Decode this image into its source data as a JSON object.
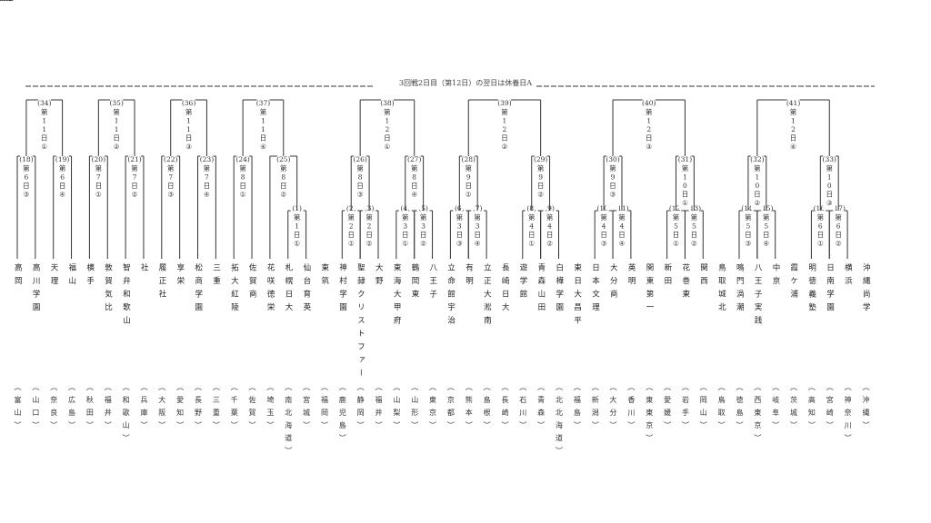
{
  "header_note": "3回戦2日目（第12日）の翌日は休養日A",
  "teams": [
    {
      "name": "高岡",
      "pref": "富山"
    },
    {
      "name": "高川学園",
      "pref": "山口"
    },
    {
      "name": "天理",
      "pref": "奈良"
    },
    {
      "name": "福山",
      "pref": "広島"
    },
    {
      "name": "横手",
      "pref": "秋田"
    },
    {
      "name": "敦賀気比",
      "pref": "福井"
    },
    {
      "name": "智弁和歌山",
      "pref": "和歌山"
    },
    {
      "name": "社",
      "pref": "兵庫"
    },
    {
      "name": "履正社",
      "pref": "大阪"
    },
    {
      "name": "享栄",
      "pref": "愛知"
    },
    {
      "name": "松商学園",
      "pref": "長野"
    },
    {
      "name": "三重",
      "pref": "三重"
    },
    {
      "name": "拓大紅陵",
      "pref": "千葉"
    },
    {
      "name": "佐賀商",
      "pref": "佐賀"
    },
    {
      "name": "花咲徳栄",
      "pref": "埼玉"
    },
    {
      "name": "札幌日大",
      "pref": "南北海道"
    },
    {
      "name": "仙台育英",
      "pref": "宮城"
    },
    {
      "name": "東筑",
      "pref": "福岡"
    },
    {
      "name": "神村学園",
      "pref": "鹿児島"
    },
    {
      "name": "聖隷クリストファー",
      "pref": "静岡"
    },
    {
      "name": "大野",
      "pref": "福井"
    },
    {
      "name": "東海大甲府",
      "pref": "山梨"
    },
    {
      "name": "鶴岡東",
      "pref": "山形"
    },
    {
      "name": "八王子",
      "pref": "東京"
    },
    {
      "name": "立命館宇治",
      "pref": "京都"
    },
    {
      "name": "有明",
      "pref": "熊本"
    },
    {
      "name": "立正大淞南",
      "pref": "島根"
    },
    {
      "name": "長崎日大",
      "pref": "長崎"
    },
    {
      "name": "遊学館",
      "pref": "石川"
    },
    {
      "name": "青森山田",
      "pref": "青森"
    },
    {
      "name": "白樺学園",
      "pref": "北北海道"
    },
    {
      "name": "東日大昌平",
      "pref": "福島"
    },
    {
      "name": "日本文理",
      "pref": "新潟"
    },
    {
      "name": "大分商",
      "pref": "大分"
    },
    {
      "name": "英明",
      "pref": "香川"
    },
    {
      "name": "関東第一",
      "pref": "東東京"
    },
    {
      "name": "新田",
      "pref": "愛媛"
    },
    {
      "name": "花巻東",
      "pref": "岩手"
    },
    {
      "name": "関西",
      "pref": "岡山"
    },
    {
      "name": "鳥取城北",
      "pref": "鳥取"
    },
    {
      "name": "鳴門渦潮",
      "pref": "徳島"
    },
    {
      "name": "八王子実践",
      "pref": "西東京"
    },
    {
      "name": "中京",
      "pref": "岐阜"
    },
    {
      "name": "霞ケ浦",
      "pref": "茨城"
    },
    {
      "name": "明徳義塾",
      "pref": "高知"
    },
    {
      "name": "日南学園",
      "pref": "宮崎"
    },
    {
      "name": "横浜",
      "pref": "神奈川"
    },
    {
      "name": "沖縄尚学",
      "pref": "沖縄"
    }
  ],
  "games": {
    "r1": [
      {
        "no": "(1)",
        "day": "第1日①"
      },
      {
        "no": "(2)",
        "day": "第2日①"
      },
      {
        "no": "(3)",
        "day": "第2日②"
      },
      {
        "no": "(4)",
        "day": "第3日①"
      },
      {
        "no": "(5)",
        "day": "第3日②"
      },
      {
        "no": "(6)",
        "day": "第3日③"
      },
      {
        "no": "(7)",
        "day": "第3日④"
      },
      {
        "no": "(8)",
        "day": "第4日①"
      },
      {
        "no": "(9)",
        "day": "第4日②"
      },
      {
        "no": "(10)",
        "day": "第4日③"
      },
      {
        "no": "(11)",
        "day": "第4日④"
      },
      {
        "no": "(12)",
        "day": "第5日①"
      },
      {
        "no": "(13)",
        "day": "第5日②"
      },
      {
        "no": "(14)",
        "day": "第5日③"
      },
      {
        "no": "(15)",
        "day": "第5日④"
      },
      {
        "no": "(16)",
        "day": "第6日①"
      },
      {
        "no": "(17)",
        "day": "第6日②"
      }
    ],
    "r2": [
      {
        "no": "(18)",
        "day": "第6日③"
      },
      {
        "no": "(19)",
        "day": "第6日④"
      },
      {
        "no": "(20)",
        "day": "第7日①"
      },
      {
        "no": "(21)",
        "day": "第7日②"
      },
      {
        "no": "(22)",
        "day": "第7日③"
      },
      {
        "no": "(23)",
        "day": "第7日④"
      },
      {
        "no": "(24)",
        "day": "第8日①"
      },
      {
        "no": "(25)",
        "day": "第8日②"
      },
      {
        "no": "(26)",
        "day": "第8日③"
      },
      {
        "no": "(27)",
        "day": "第8日④"
      },
      {
        "no": "(28)",
        "day": "第9日①"
      },
      {
        "no": "(29)",
        "day": "第9日②"
      },
      {
        "no": "(30)",
        "day": "第9日③"
      },
      {
        "no": "(31)",
        "day": "第10日①"
      },
      {
        "no": "(32)",
        "day": "第10日②"
      },
      {
        "no": "(33)",
        "day": "第10日③"
      }
    ],
    "r3": [
      {
        "no": "(34)",
        "day": "第11日①"
      },
      {
        "no": "(35)",
        "day": "第11日②"
      },
      {
        "no": "(36)",
        "day": "第11日③"
      },
      {
        "no": "(37)",
        "day": "第11日④"
      },
      {
        "no": "(38)",
        "day": "第12日①"
      },
      {
        "no": "(39)",
        "day": "第12日②"
      },
      {
        "no": "(40)",
        "day": "第12日③"
      },
      {
        "no": "(41)",
        "day": "第12日④"
      }
    ]
  }
}
